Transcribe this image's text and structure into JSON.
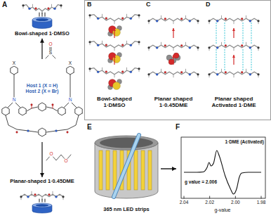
{
  "diagram": {
    "nodes": [
      {
        "text": [
          "Bowl-shaped 1·DMSO"
        ]
      },
      {
        "text": [
          "Host 1 (X = H)",
          "Host 2 (X = Br)"
        ]
      },
      {
        "text": [
          "Planar-shaped 1·0.45DME"
        ]
      }
    ],
    "edges": [
      {
        "from": 1,
        "to": 0,
        "arrow": "to"
      },
      {
        "from": 1,
        "to": 2,
        "arrow": "to"
      }
    ],
    "labels": [
      "A",
      "X",
      "X",
      "N",
      "N",
      "O",
      "S",
      "O",
      "O",
      "B",
      "C",
      "D",
      "Bowl-shaped 1·DMSO",
      "Planar shaped 1·0.45DME",
      "Planar shaped Activated 1·DME",
      "E",
      "365 nm LED strips",
      "F",
      "1·DME (Activated)",
      "g value = 2.006",
      "2.04",
      "2.02",
      "2.00",
      "1.98",
      "g-value"
    ]
  }
}
